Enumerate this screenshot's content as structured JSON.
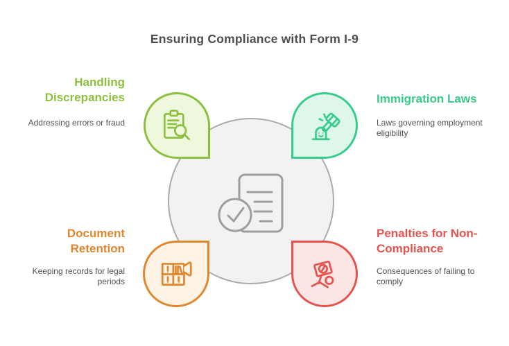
{
  "title": "Ensuring Compliance with Form I-9",
  "center": {
    "icon": "document-with-checkmark"
  },
  "sections": [
    {
      "id": "handling-discrepancies",
      "heading": "Handling Discrepancies",
      "description": "Addressing errors or fraud",
      "icon": "clipboard-search-icon",
      "accent_color": "#8cbf3f",
      "fill_color": "#eff8dc",
      "position": "top-left"
    },
    {
      "id": "immigration-laws",
      "heading": "Immigration Laws",
      "description": "Laws governing employment eligibility",
      "icon": "gavel-icon",
      "accent_color": "#36cc8a",
      "fill_color": "#dff6ea",
      "position": "top-right"
    },
    {
      "id": "document-retention",
      "heading": "Document Retention",
      "description": "Keeping records for legal periods",
      "icon": "archive-shelf-icon",
      "accent_color": "#e0872e",
      "fill_color": "#fdf2e3",
      "position": "bottom-left"
    },
    {
      "id": "penalties-for-non-compliance",
      "heading": "Penalties for Non-Compliance",
      "description": "Consequences of failing to comply",
      "icon": "prohibition-sign-icon",
      "accent_color": "#e6534e",
      "fill_color": "#fce6e4",
      "position": "bottom-right"
    }
  ],
  "colors": {
    "title_text": "#4d4d4d",
    "body_text": "#515151",
    "center_circle_fill": "#f2f2f2",
    "center_circle_stroke": "#ababab",
    "center_icon_stroke": "#9e9e9e"
  }
}
